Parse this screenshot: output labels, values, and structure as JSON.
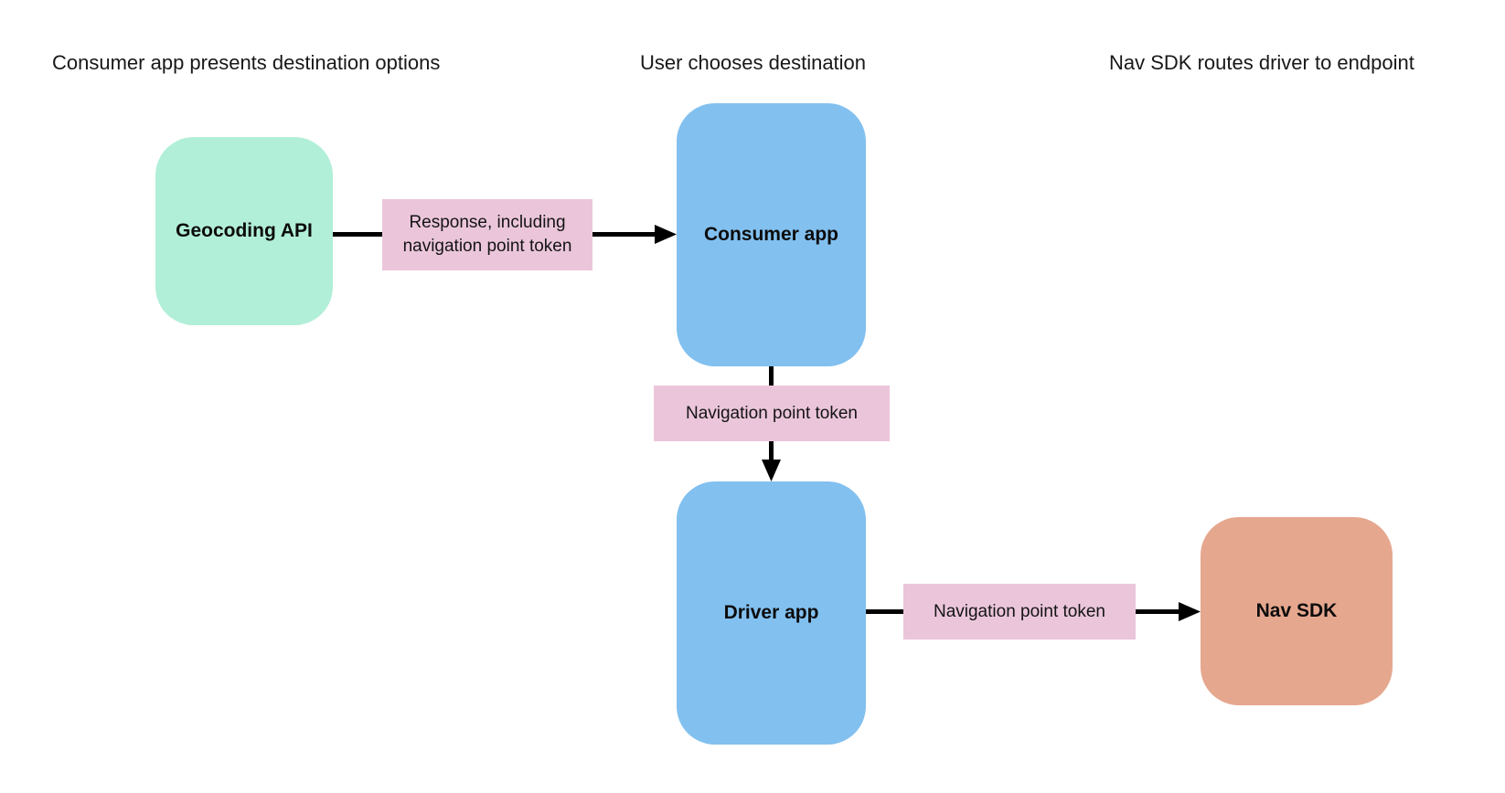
{
  "headings": [
    {
      "text": "Consumer app presents destination options"
    },
    {
      "text": "User chooses destination"
    },
    {
      "text": "Nav SDK routes driver to endpoint"
    }
  ],
  "nodes": [
    {
      "id": "geocoding-api",
      "label": "Geocoding API",
      "fill": "#b2efd8"
    },
    {
      "id": "consumer-app",
      "label": "Consumer app",
      "fill": "#82c0ef"
    },
    {
      "id": "driver-app",
      "label": "Driver app",
      "fill": "#82c0ef"
    },
    {
      "id": "nav-sdk",
      "label": "Nav SDK",
      "fill": "#e6a78f"
    }
  ],
  "edges": [
    {
      "from": "Geocoding API",
      "to": "Consumer app",
      "label": "Response, including navigation point token",
      "fill": "#ebc6db"
    },
    {
      "from": "Consumer app",
      "to": "Driver app",
      "label": "Navigation point token",
      "fill": "#ebc6db"
    },
    {
      "from": "Driver app",
      "to": "Nav SDK",
      "label": "Navigation point token",
      "fill": "#ebc6db"
    }
  ],
  "colors": {
    "background": "#ffffff",
    "node_green": "#b2efd8",
    "node_blue": "#82c0ef",
    "node_orange": "#e6a78f",
    "edge_label_pink": "#ebc6db",
    "arrow": "#000000",
    "text": "#141414"
  }
}
